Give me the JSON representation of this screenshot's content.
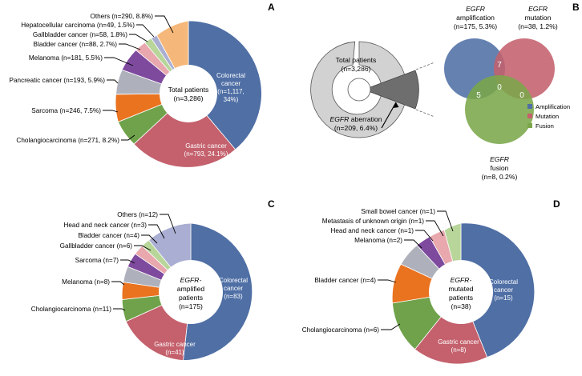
{
  "figure": {
    "panels": [
      "A",
      "B",
      "C",
      "D"
    ]
  },
  "chart_data": [
    {
      "panel": "A",
      "type": "pie",
      "title": "Total patients",
      "center_lines": [
        "Total patients",
        "(n=3,286)"
      ],
      "total": 3286,
      "categories": [
        "Colorectal cancer",
        "Gastric cancer",
        "Cholangiocarcinoma",
        "Sarcoma",
        "Pancreatic cancer",
        "Melanoma",
        "Bladder cancer",
        "Gallbladder cancer",
        "Hepatocellular carcinoma",
        "Others"
      ],
      "values": [
        1117,
        793,
        271,
        246,
        193,
        181,
        88,
        58,
        49,
        290
      ],
      "percents": [
        34,
        24.1,
        8.2,
        7.5,
        5.9,
        5.5,
        2.7,
        1.8,
        1.5,
        8.8
      ],
      "colors": [
        "#4f6fa5",
        "#c4616d",
        "#6fa24a",
        "#ea7320",
        "#aeb1bb",
        "#7e4a9e",
        "#e8a8ad",
        "#b8d59a",
        "#a9aed2",
        "#f5b87a"
      ],
      "labels": {
        "colorectal": "Colorectal cancer (n=1,117, 34%)",
        "colorectal_in": [
          "Colorectal",
          "cancer",
          "(n=1,117,",
          "34%)"
        ],
        "gastric_in": [
          "Gastric cancer",
          "(n=793, 24.1%)"
        ],
        "cholangiocarcinoma": "Cholangiocarcinoma (n=271, 8.2%)",
        "sarcoma": "Sarcoma (n=246, 7.5%)",
        "pancreatic": "Pancreatic cancer (n=193, 5.9%)",
        "melanoma": "Melanoma (n=181, 5.5%)",
        "bladder": "Bladder cancer (n=88, 2.7%)",
        "gallbladder": "Gallbladder cancer (n=58, 1.8%)",
        "hepatocellular": "Hepatocellular carcinoma (n=49, 1.5%)",
        "others": "Others (n=290, 8.8%)"
      }
    },
    {
      "panel": "B",
      "type": "pie",
      "title": "EGFR aberration donut",
      "donut": {
        "total_label": [
          "Total patients",
          "(n=3,286)"
        ],
        "aberration_label_italic": "EGFR",
        "aberration_label_rest": " aberration",
        "aberration_label_line2": "(n=209, 6.4%)",
        "total": 3286,
        "aberration_n": 209,
        "aberration_percent": 6.4,
        "colors": {
          "rest": "#d2d2d2",
          "aberration": "#6e6e6e"
        }
      },
      "venn": {
        "sets": [
          {
            "name": "Amplification",
            "title_italic": "EGFR",
            "title_rest": "amplification",
            "sub": "(n=175, 5.3%)",
            "n": 175,
            "percent": 5.3,
            "color": "#4f6fa5"
          },
          {
            "name": "Mutation",
            "title_italic": "EGFR",
            "title_rest": "mutation",
            "sub": "(n=38, 1.2%)",
            "n": 38,
            "percent": 1.2,
            "color": "#c4616d"
          },
          {
            "name": "Fusion",
            "title_italic": "EGFR",
            "title_rest": "fusion",
            "sub": "(n=8, 0.2%)",
            "n": 8,
            "percent": 0.2,
            "color": "#7ba74a"
          }
        ],
        "intersections": {
          "amplification_mutation": 7,
          "amplification_fusion": 5,
          "mutation_fusion": 0,
          "all_three": 0
        },
        "legend": [
          "Amplification",
          "Mutation",
          "Fusion"
        ]
      }
    },
    {
      "panel": "C",
      "type": "pie",
      "title": "EGFR-amplified patients",
      "center_lines_italic": "EGFR-",
      "center_lines": [
        "amplified",
        "patients",
        "(n=175)"
      ],
      "total": 175,
      "categories": [
        "Colorectal cancer",
        "Gastric cancer",
        "Cholangiocarcinoma",
        "Melanoma",
        "Sarcoma",
        "Gallbladder cancer",
        "Bladder cancer",
        "Head and neck cancer",
        "Others"
      ],
      "values": [
        83,
        41,
        11,
        8,
        7,
        6,
        4,
        3,
        12
      ],
      "colors": [
        "#4f6fa5",
        "#c4616d",
        "#6fa24a",
        "#ea7320",
        "#aeb1bb",
        "#7e4a9e",
        "#e8a8ad",
        "#b8d59a",
        "#a9aed2"
      ],
      "labels": {
        "colorectal_in": [
          "Colorectal",
          "cancer",
          "(n=83)"
        ],
        "gastric_in": [
          "Gastric cancer",
          "(n=41)"
        ],
        "cholangiocarcinoma": "Cholangiocarcinoma (n=11)",
        "melanoma": "Melanoma (n=8)",
        "sarcoma": "Sarcoma (n=7)",
        "gallbladder": "Gallbladder cancer (n=6)",
        "bladder": "Bladder cancer (n=4)",
        "headneck": "Head and neck cancer (n=3)",
        "others": "Others (n=12)"
      }
    },
    {
      "panel": "D",
      "type": "pie",
      "title": "EGFR-mutated patients",
      "center_lines_italic": "EGFR-",
      "center_lines": [
        "mutated",
        "patients",
        "(n=38)"
      ],
      "total": 38,
      "categories": [
        "Colorectal cancer",
        "Gastric cancer",
        "Cholangiocarcinoma",
        "Bladder cancer",
        "Melanoma",
        "Head and neck cancer",
        "Metastasis of unknown origin",
        "Small bowel cancer"
      ],
      "values": [
        15,
        8,
        6,
        4,
        2,
        1,
        1,
        1
      ],
      "colors": [
        "#4f6fa5",
        "#c4616d",
        "#6fa24a",
        "#ea7320",
        "#aeb1bb",
        "#7e4a9e",
        "#e8a8ad",
        "#b8d59a"
      ],
      "labels": {
        "colorectal_in": [
          "Colorectal",
          "cancer",
          "(n=15)"
        ],
        "gastric_in": [
          "Gastric cancer",
          "(n=8)"
        ],
        "cholangiocarcinoma": "Cholangiocarcinoma (n=6)",
        "bladder": "Bladder cancer (n=4)",
        "melanoma": "Melanoma (n=2)",
        "headneck": "Head and neck cancer (n=1)",
        "metastasis": "Metastasis of unknown origin (n=1)",
        "smallbowel": "Small bowel cancer (n=1)"
      }
    }
  ]
}
